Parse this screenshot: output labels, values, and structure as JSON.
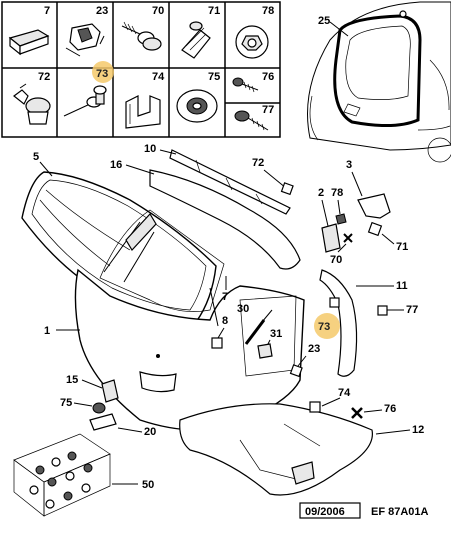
{
  "grid_labels": [
    "7",
    "23",
    "70",
    "71",
    "78",
    "72",
    "73",
    "74",
    "75",
    "76",
    "77"
  ],
  "callouts": {
    "c1": "1",
    "c2": "2",
    "c3": "3",
    "c5": "5",
    "c8": "8",
    "c10": "10",
    "c11": "11",
    "c12": "12",
    "c15": "15",
    "c16": "16",
    "c20": "20",
    "c23": "23",
    "c25": "25",
    "c30": "30",
    "c31": "31",
    "c50": "50",
    "c70": "70",
    "c71": "71",
    "c72": "72",
    "c73": "73",
    "c74": "74",
    "c75": "75",
    "c76": "76",
    "c77": "77",
    "c78": "78",
    "c7b": "7"
  },
  "footer": {
    "date": "09/2006",
    "ref": "EF 87A01A"
  },
  "colors": {
    "highlight": "#f5c96a"
  }
}
